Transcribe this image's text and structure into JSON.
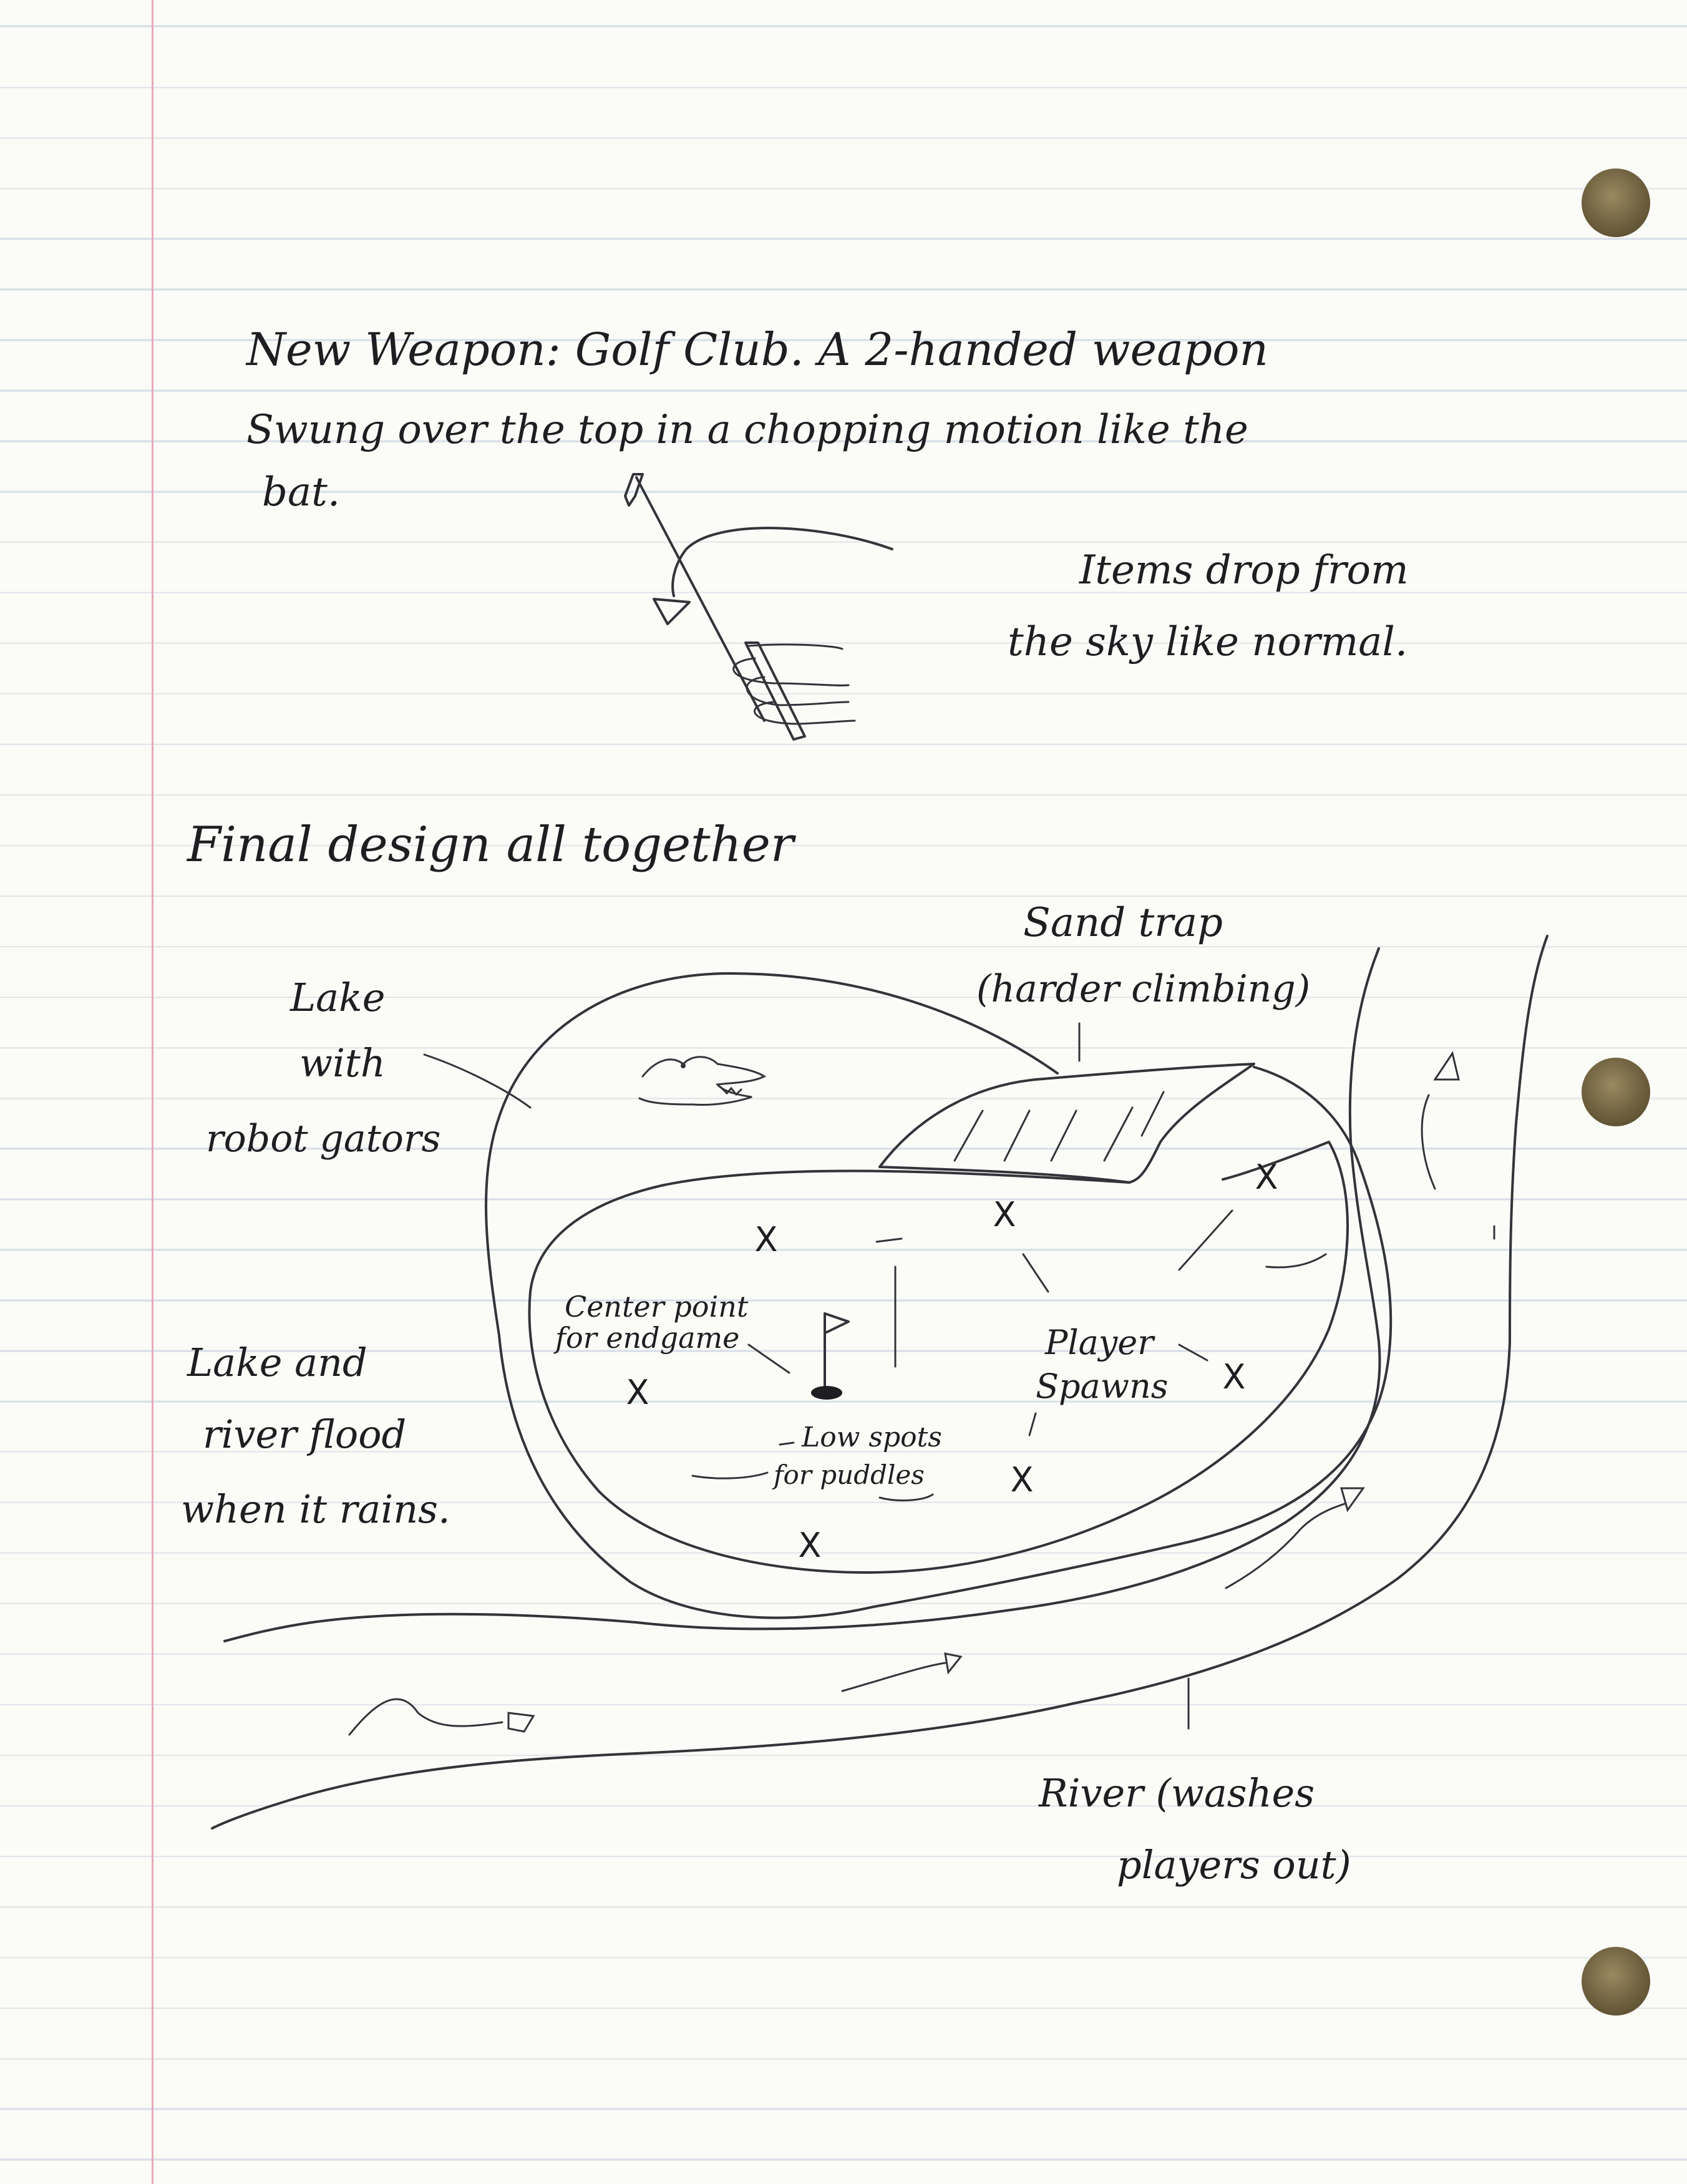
{
  "notes": {
    "weapon_line1": "New Weapon:   Golf Club. A 2-handed weapon",
    "weapon_line2": "Swung over the top in a chopping motion like the",
    "weapon_line3": "bat.",
    "items_line1": "Items drop from",
    "items_line2": "the sky like normal.",
    "final_design": "Final design all together",
    "flood_line1": "Lake and",
    "flood_line2": "river flood",
    "flood_line3": "when it rains."
  },
  "map": {
    "lake_line1": "Lake",
    "lake_line2": "with",
    "lake_line3": "robot gators",
    "sand_line1": "Sand trap",
    "sand_line2": "(harder climbing)",
    "center_line1": "Center point",
    "center_line2": "for endgame",
    "spawn_line1": "Player",
    "spawn_line2": "Spawns",
    "low_line1": "Low spots",
    "low_line2": "for puddles",
    "river_line1": "River (washes",
    "river_line2": "players out)",
    "spawn_marker": "X"
  }
}
